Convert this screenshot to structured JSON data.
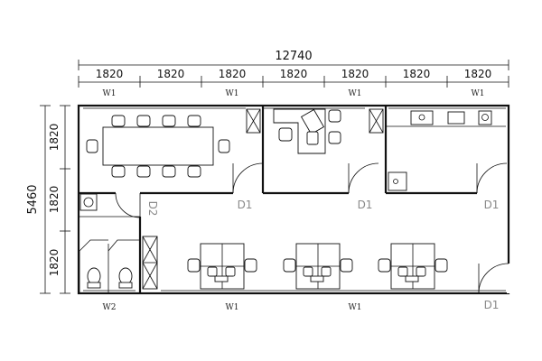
{
  "dimensions": {
    "total_width": "12740",
    "total_height": "5460",
    "columns": [
      "1820",
      "1820",
      "1820",
      "1820",
      "1820",
      "1820",
      "1820"
    ],
    "rows": [
      "1820",
      "1820",
      "1820"
    ]
  },
  "labels": {
    "window_top": [
      "W1",
      "W1",
      "W1",
      "W1"
    ],
    "window_bottom": [
      "W2",
      "W1",
      "W1"
    ],
    "door_d2": "D2",
    "door_d1": [
      "D1",
      "D1",
      "D1",
      "D1"
    ]
  }
}
